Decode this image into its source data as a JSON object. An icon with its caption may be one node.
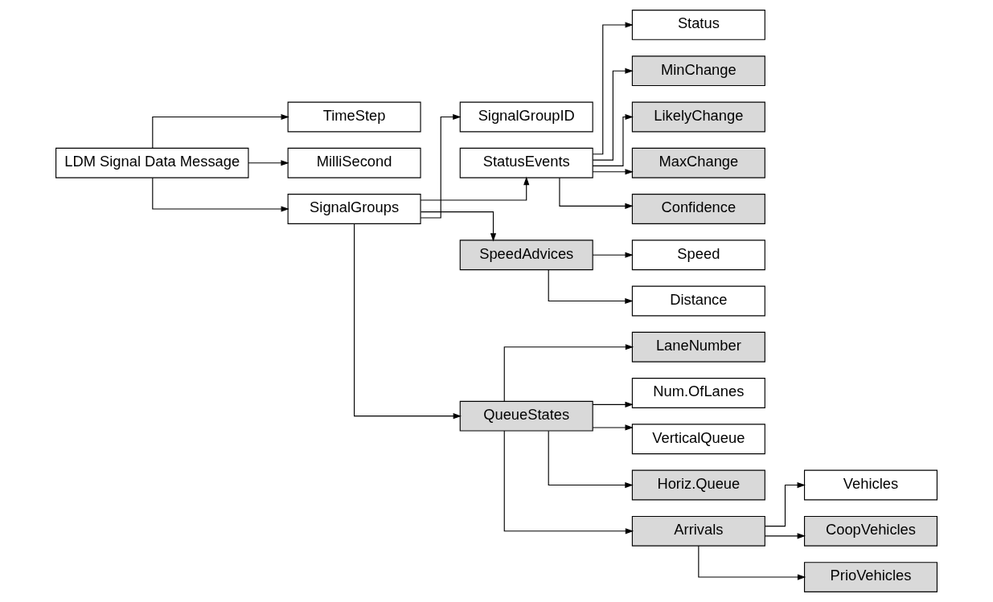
{
  "diagram": {
    "nodes": [
      {
        "text": [
          "LDM Signal Data Message"
        ]
      },
      {
        "text": [
          "TimeStep"
        ]
      },
      {
        "text": [
          "MilliSecond"
        ]
      },
      {
        "text": [
          "SignalGroups"
        ]
      },
      {
        "text": [
          "SignalGroupID"
        ]
      },
      {
        "text": [
          "StatusEvents"
        ]
      },
      {
        "text": [
          "SpeedAdvices"
        ]
      },
      {
        "text": [
          "QueueStates"
        ]
      },
      {
        "text": [
          "Status"
        ]
      },
      {
        "text": [
          "MinChange"
        ]
      },
      {
        "text": [
          "LikelyChange"
        ]
      },
      {
        "text": [
          "MaxChange"
        ]
      },
      {
        "text": [
          "Confidence"
        ]
      },
      {
        "text": [
          "Speed"
        ]
      },
      {
        "text": [
          "Distance"
        ]
      },
      {
        "text": [
          "LaneNumber"
        ]
      },
      {
        "text": [
          "Num.OfLanes"
        ]
      },
      {
        "text": [
          "VerticalQueue"
        ]
      },
      {
        "text": [
          "Horiz.Queue"
        ]
      },
      {
        "text": [
          "Arrivals"
        ]
      },
      {
        "text": [
          "Vehicles"
        ]
      },
      {
        "text": [
          "CoopVehicles"
        ]
      },
      {
        "text": [
          "PrioVehicles"
        ]
      }
    ],
    "edges": [
      {
        "from": 0,
        "to": 1,
        "arrow": "to"
      },
      {
        "from": 0,
        "to": 2,
        "arrow": "to"
      },
      {
        "from": 0,
        "to": 3,
        "arrow": "to"
      },
      {
        "from": 3,
        "to": 4,
        "arrow": "to"
      },
      {
        "from": 3,
        "to": 5,
        "arrow": "to"
      },
      {
        "from": 3,
        "to": 6,
        "arrow": "to"
      },
      {
        "from": 3,
        "to": 7,
        "arrow": "to"
      },
      {
        "from": 5,
        "to": 8,
        "arrow": "to"
      },
      {
        "from": 5,
        "to": 9,
        "arrow": "to"
      },
      {
        "from": 5,
        "to": 10,
        "arrow": "to"
      },
      {
        "from": 5,
        "to": 11,
        "arrow": "to"
      },
      {
        "from": 5,
        "to": 12,
        "arrow": "to"
      },
      {
        "from": 6,
        "to": 13,
        "arrow": "to"
      },
      {
        "from": 6,
        "to": 14,
        "arrow": "to"
      },
      {
        "from": 7,
        "to": 15,
        "arrow": "to"
      },
      {
        "from": 7,
        "to": 16,
        "arrow": "to"
      },
      {
        "from": 7,
        "to": 17,
        "arrow": "to"
      },
      {
        "from": 7,
        "to": 18,
        "arrow": "to"
      },
      {
        "from": 7,
        "to": 19,
        "arrow": "to"
      },
      {
        "from": 19,
        "to": 20,
        "arrow": "to"
      },
      {
        "from": 19,
        "to": 21,
        "arrow": "to"
      },
      {
        "from": 19,
        "to": 22,
        "arrow": "to"
      }
    ]
  }
}
